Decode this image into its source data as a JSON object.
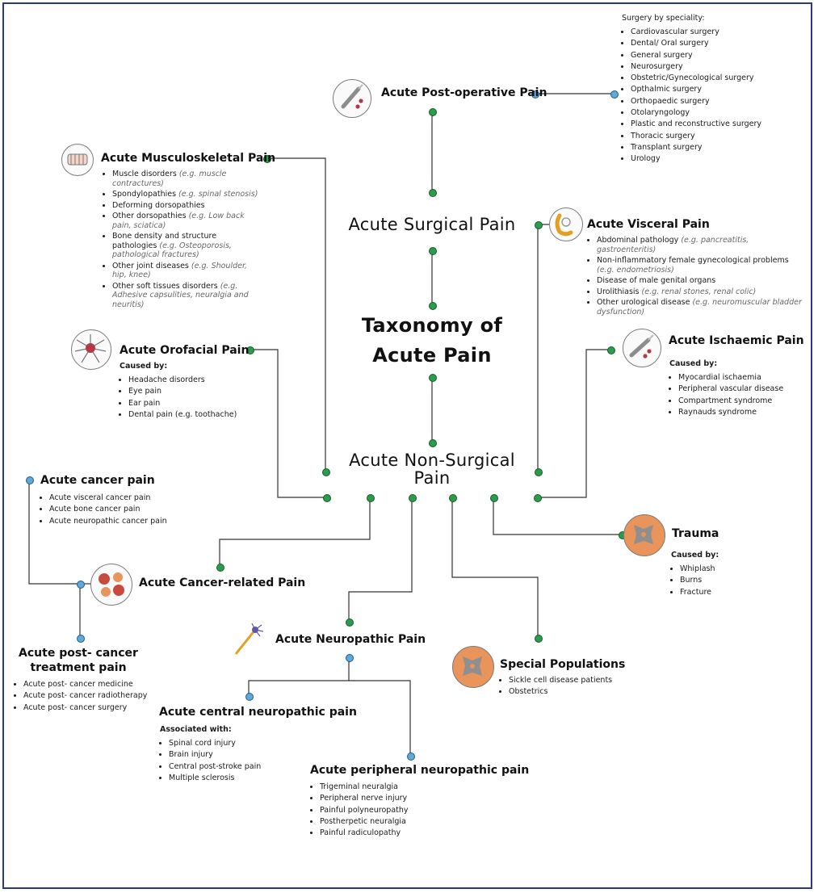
{
  "center": {
    "title": "Taxonomy of Acute Pain",
    "title_line1": "Taxonomy of",
    "title_line2": "Acute Pain",
    "surgical": "Acute Surgical Pain",
    "non_surgical_line1": "Acute Non-Surgical",
    "non_surgical_line2": "Pain"
  },
  "post_operative": {
    "title": "Acute Post-operative Pain",
    "icon": "scalpel-icon",
    "subtitle": "Surgery by speciality:",
    "items": [
      "Cardiovascular surgery",
      "Dental/ Oral surgery",
      "General surgery",
      "Neurosurgery",
      "Obstetric/Gynecological surgery",
      "Opthalmic surgery",
      "Orthopaedic surgery",
      "Otolaryngology",
      "Plastic and reconstructive surgery",
      "Thoracic surgery",
      "Transplant surgery",
      "Urology"
    ]
  },
  "musculoskeletal": {
    "title": "Acute Musculoskeletal Pain",
    "icon": "muscle-fibre-icon",
    "items": [
      {
        "text": "Muscle disorders",
        "example": "(e.g. muscle contractures)"
      },
      {
        "text": "Spondylopathies",
        "example": "(e.g. spinal stenosis)"
      },
      {
        "text": "Deforming dorsopathies",
        "example": ""
      },
      {
        "text": "Other dorsopathies",
        "example": "(e.g. Low back pain, sciatica)"
      },
      {
        "text": "Bone density and structure pathologies",
        "example": "(e.g. Osteoporosis, pathological fractures)"
      },
      {
        "text": "Other joint diseases",
        "example": "(e.g. Shoulder, hip, knee)"
      },
      {
        "text": "Other soft tissues disorders",
        "example": "(e.g. Adhesive capsulities, neuralgia and neuritis)"
      }
    ]
  },
  "visceral": {
    "title": "Acute Visceral Pain",
    "icon": "intestine-icon",
    "items": [
      {
        "text": "Abdominal pathology",
        "example": "(e.g. pancreatitis, gastroenteritis)"
      },
      {
        "text": "Non-inflammatory female gynecological problems",
        "example": "(e.g. endometriosis)"
      },
      {
        "text": "Disease of male genital organs",
        "example": ""
      },
      {
        "text": "Urolithiasis",
        "example": "(e.g. renal stones, renal colic)"
      },
      {
        "text": "Other urological disease",
        "example": "(e.g. neuromuscular bladder dysfunction)"
      }
    ]
  },
  "orofacial": {
    "title": "Acute Orofacial Pain",
    "icon": "head-nerve-icon",
    "subtitle": "Caused by:",
    "items": [
      "Headache disorders",
      "Eye pain",
      "Ear pain",
      "Dental pain (e.g. toothache)"
    ]
  },
  "ischaemic": {
    "title": "Acute Ischaemic Pain",
    "icon": "syringe-icon",
    "subtitle": "Caused by:",
    "items": [
      "Myocardial ischaemia",
      "Peripheral vascular disease",
      "Compartment syndrome",
      "Raynauds syndrome"
    ]
  },
  "cancer_pain": {
    "title": "Acute cancer pain",
    "items": [
      "Acute visceral cancer pain",
      "Acute bone cancer pain",
      "Acute neuropathic cancer pain"
    ]
  },
  "cancer_related": {
    "title": "Acute Cancer-related Pain",
    "icon": "cancer-cells-icon"
  },
  "post_cancer": {
    "title_line1": "Acute post- cancer",
    "title_line2": "treatment pain",
    "items": [
      "Acute post- cancer medicine",
      "Acute post- cancer radiotherapy",
      "Acute post- cancer surgery"
    ]
  },
  "trauma": {
    "title": "Trauma",
    "icon": "spinal-cord-icon",
    "subtitle": "Caused by:",
    "items": [
      "Whiplash",
      "Burns",
      "Fracture"
    ]
  },
  "neuropathic": {
    "title": "Acute Neuropathic Pain",
    "icon": "neuron-icon"
  },
  "special": {
    "title": "Special Populations",
    "icon": "spinal-cord-icon",
    "items": [
      "Sickle cell disease patients",
      "Obstetrics"
    ]
  },
  "central": {
    "title": "Acute central neuropathic  pain",
    "subtitle": "Associated with:",
    "items": [
      "Spinal cord injury",
      "Brain injury",
      "Central post-stroke pain",
      "Multiple sclerosis"
    ]
  },
  "peripheral": {
    "title": "Acute peripheral neuropathic  pain",
    "items": [
      "Trigeminal neuralgia",
      "Peripheral nerve injury",
      "Painful polyneuropathy",
      "Postherpetic neuralgia",
      "Painful radiculopathy"
    ]
  },
  "colors": {
    "frame": "#2d3a7a",
    "connector": "#333333",
    "dot_green": "#2a9d4c",
    "dot_blue": "#5fa8d8",
    "icon_orange": "#e8945a",
    "icon_red": "#b23a48",
    "example_grey": "#666666"
  }
}
